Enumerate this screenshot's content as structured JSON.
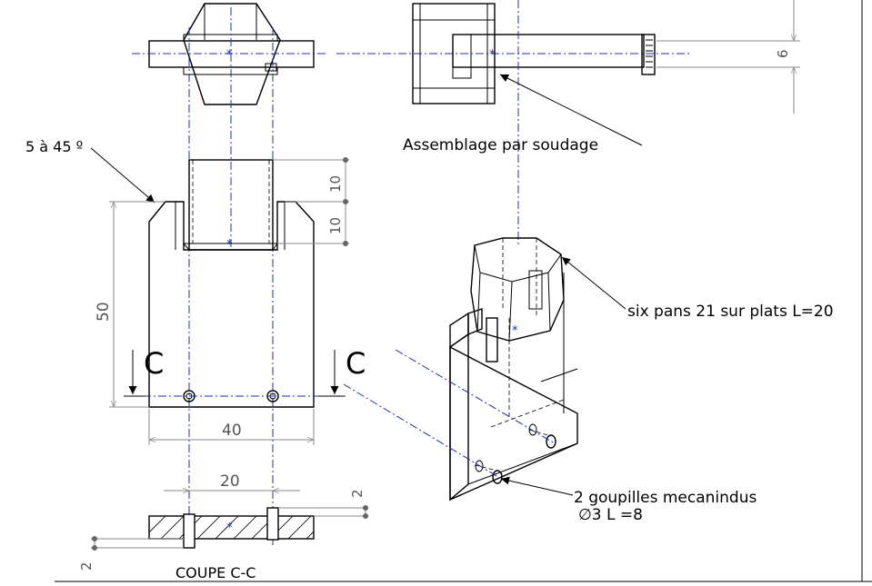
{
  "colors": {
    "background": "#ffffff",
    "lines": "#000000",
    "dimensions": "#8a8a8a",
    "centerlines": "#1f2fa8"
  },
  "dimensions": {
    "six": "6",
    "ten_top": "10",
    "ten_bottom": "10",
    "fifty": "50",
    "forty": "40",
    "twenty": "20",
    "two_right": "2",
    "two_left": "2"
  },
  "section_markers": {
    "left": "C",
    "right": "C"
  },
  "annotations": {
    "chamfer": "5 à 45 º",
    "weld": "Assemblage par soudage",
    "hex": "six pans 21 sur plats L=20",
    "pins_line1": "2 goupilles mecanindus",
    "pins_line2": "∅3 L =8",
    "section_title": "COUPE C-C"
  }
}
